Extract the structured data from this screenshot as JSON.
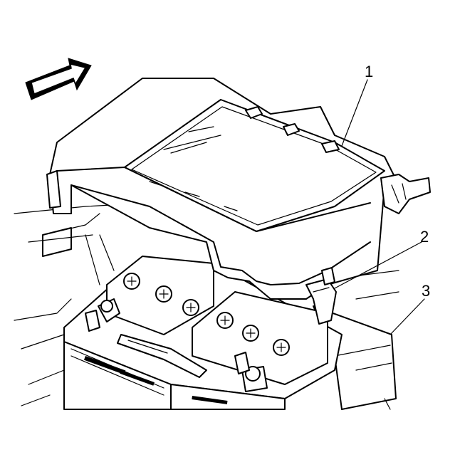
{
  "diagram": {
    "callouts": [
      {
        "id": "1",
        "label": "1"
      },
      {
        "id": "2",
        "label": "2"
      },
      {
        "id": "3",
        "label": "3"
      }
    ],
    "icons": {
      "direction_arrow": "forward-arrow-icon"
    },
    "colors": {
      "line": "#000000",
      "background": "#ffffff"
    }
  }
}
